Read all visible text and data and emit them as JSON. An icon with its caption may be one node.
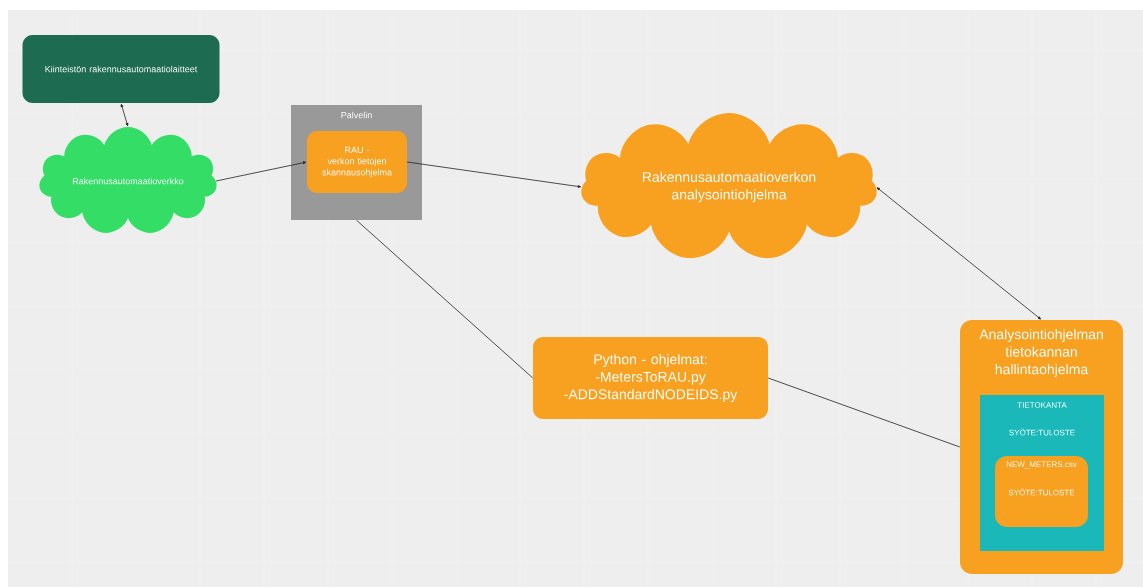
{
  "diagram": {
    "nodes": [
      {
        "text": [
          "Kiinteistön rakennusautomaatiolaitteet"
        ]
      },
      {
        "text": [
          "Rakennusautomaatioverkko"
        ]
      },
      {
        "text": [
          "Palvelin"
        ]
      },
      {
        "text": [
          "RAU - verkon tietojen skannausohjelma"
        ],
        "in": 2
      },
      {
        "text": [
          "Rakennusautomaatioverkon analysointiohjelma"
        ]
      },
      {
        "text": [
          "Python - ohjelmat:",
          "-MetersToRAU.py",
          "-ADDStandardNODEIDS.py"
        ]
      },
      {
        "text": [
          "Analysointiohjelman tietokannan hallintaohjelma"
        ]
      },
      {
        "text": [
          "TIETOKANTA",
          "SYÖTE:TULOSTE"
        ],
        "in": 6
      },
      {
        "text": [
          "NEW_METERS.csv",
          "SYÖTE:TULOSTE"
        ],
        "in": 7
      }
    ],
    "edges": [
      {
        "from": 0,
        "to": 1,
        "arrow": "both"
      },
      {
        "from": 1,
        "to": 3,
        "arrow": "to"
      },
      {
        "from": 3,
        "to": 4,
        "arrow": "to"
      },
      {
        "from": 4,
        "to": 6,
        "arrow": "both"
      },
      {
        "from": 2,
        "to": 5,
        "arrow": "none"
      },
      {
        "from": 5,
        "to": 6,
        "arrow": "none"
      }
    ]
  }
}
